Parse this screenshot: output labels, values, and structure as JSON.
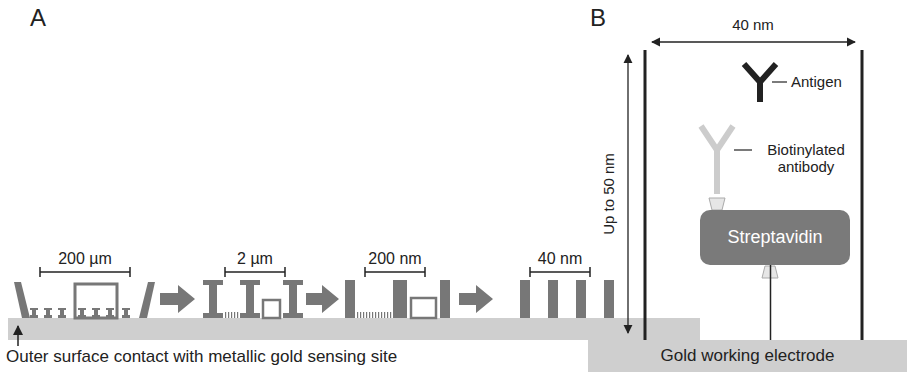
{
  "diagram": {
    "nodes": [
      {
        "text": [
          "Streptavidin"
        ]
      },
      {
        "text": [
          "Gold working electrode"
        ]
      }
    ],
    "edges": [
      {
        "from": 0,
        "to": 1,
        "arrow": "none"
      }
    ],
    "labels": [
      "A",
      "200 µm",
      "2 µm",
      "200 nm",
      "40 nm",
      "Outer surface contact with metallic gold sensing site",
      "B",
      "40 nm",
      "Up to 50 nm",
      "Antigen",
      "Biotinylated antibody"
    ]
  }
}
